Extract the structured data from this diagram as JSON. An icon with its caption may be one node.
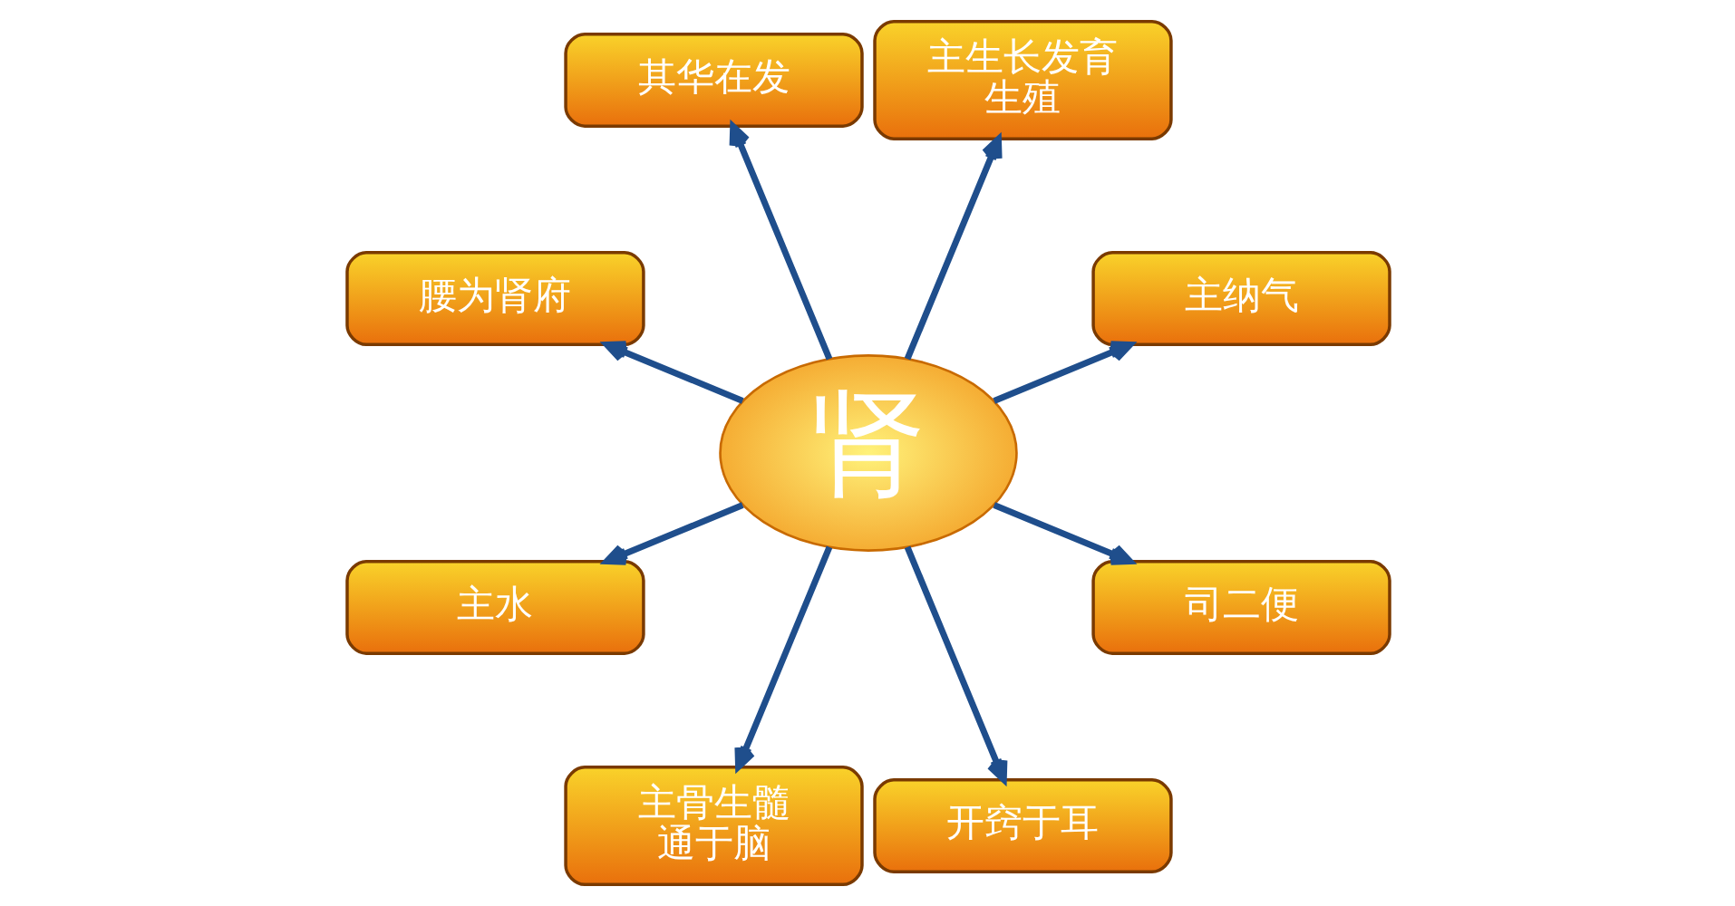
{
  "diagram": {
    "nodes": [
      {
        "text": [
          "肾"
        ]
      },
      {
        "text": [
          "主生长发育生殖"
        ]
      },
      {
        "text": [
          "其华在发"
        ]
      },
      {
        "text": [
          "主纳气"
        ]
      },
      {
        "text": [
          "腰为肾府"
        ]
      },
      {
        "text": [
          "司二便"
        ]
      },
      {
        "text": [
          "主水"
        ]
      },
      {
        "text": [
          "开窍于耳"
        ]
      },
      {
        "text": [
          "主骨生髓通于脑"
        ]
      }
    ],
    "edges": [
      {
        "from": 0,
        "to": 1,
        "arrow": "to"
      },
      {
        "from": 0,
        "to": 3,
        "arrow": "to"
      },
      {
        "from": 0,
        "to": 5,
        "arrow": "to"
      },
      {
        "from": 0,
        "to": 7,
        "arrow": "to"
      },
      {
        "from": 0,
        "to": 8,
        "arrow": "to"
      },
      {
        "from": 0,
        "to": 6,
        "arrow": "to"
      },
      {
        "from": 0,
        "to": 4,
        "arrow": "to"
      },
      {
        "from": 0,
        "to": 2,
        "arrow": "to"
      }
    ]
  }
}
